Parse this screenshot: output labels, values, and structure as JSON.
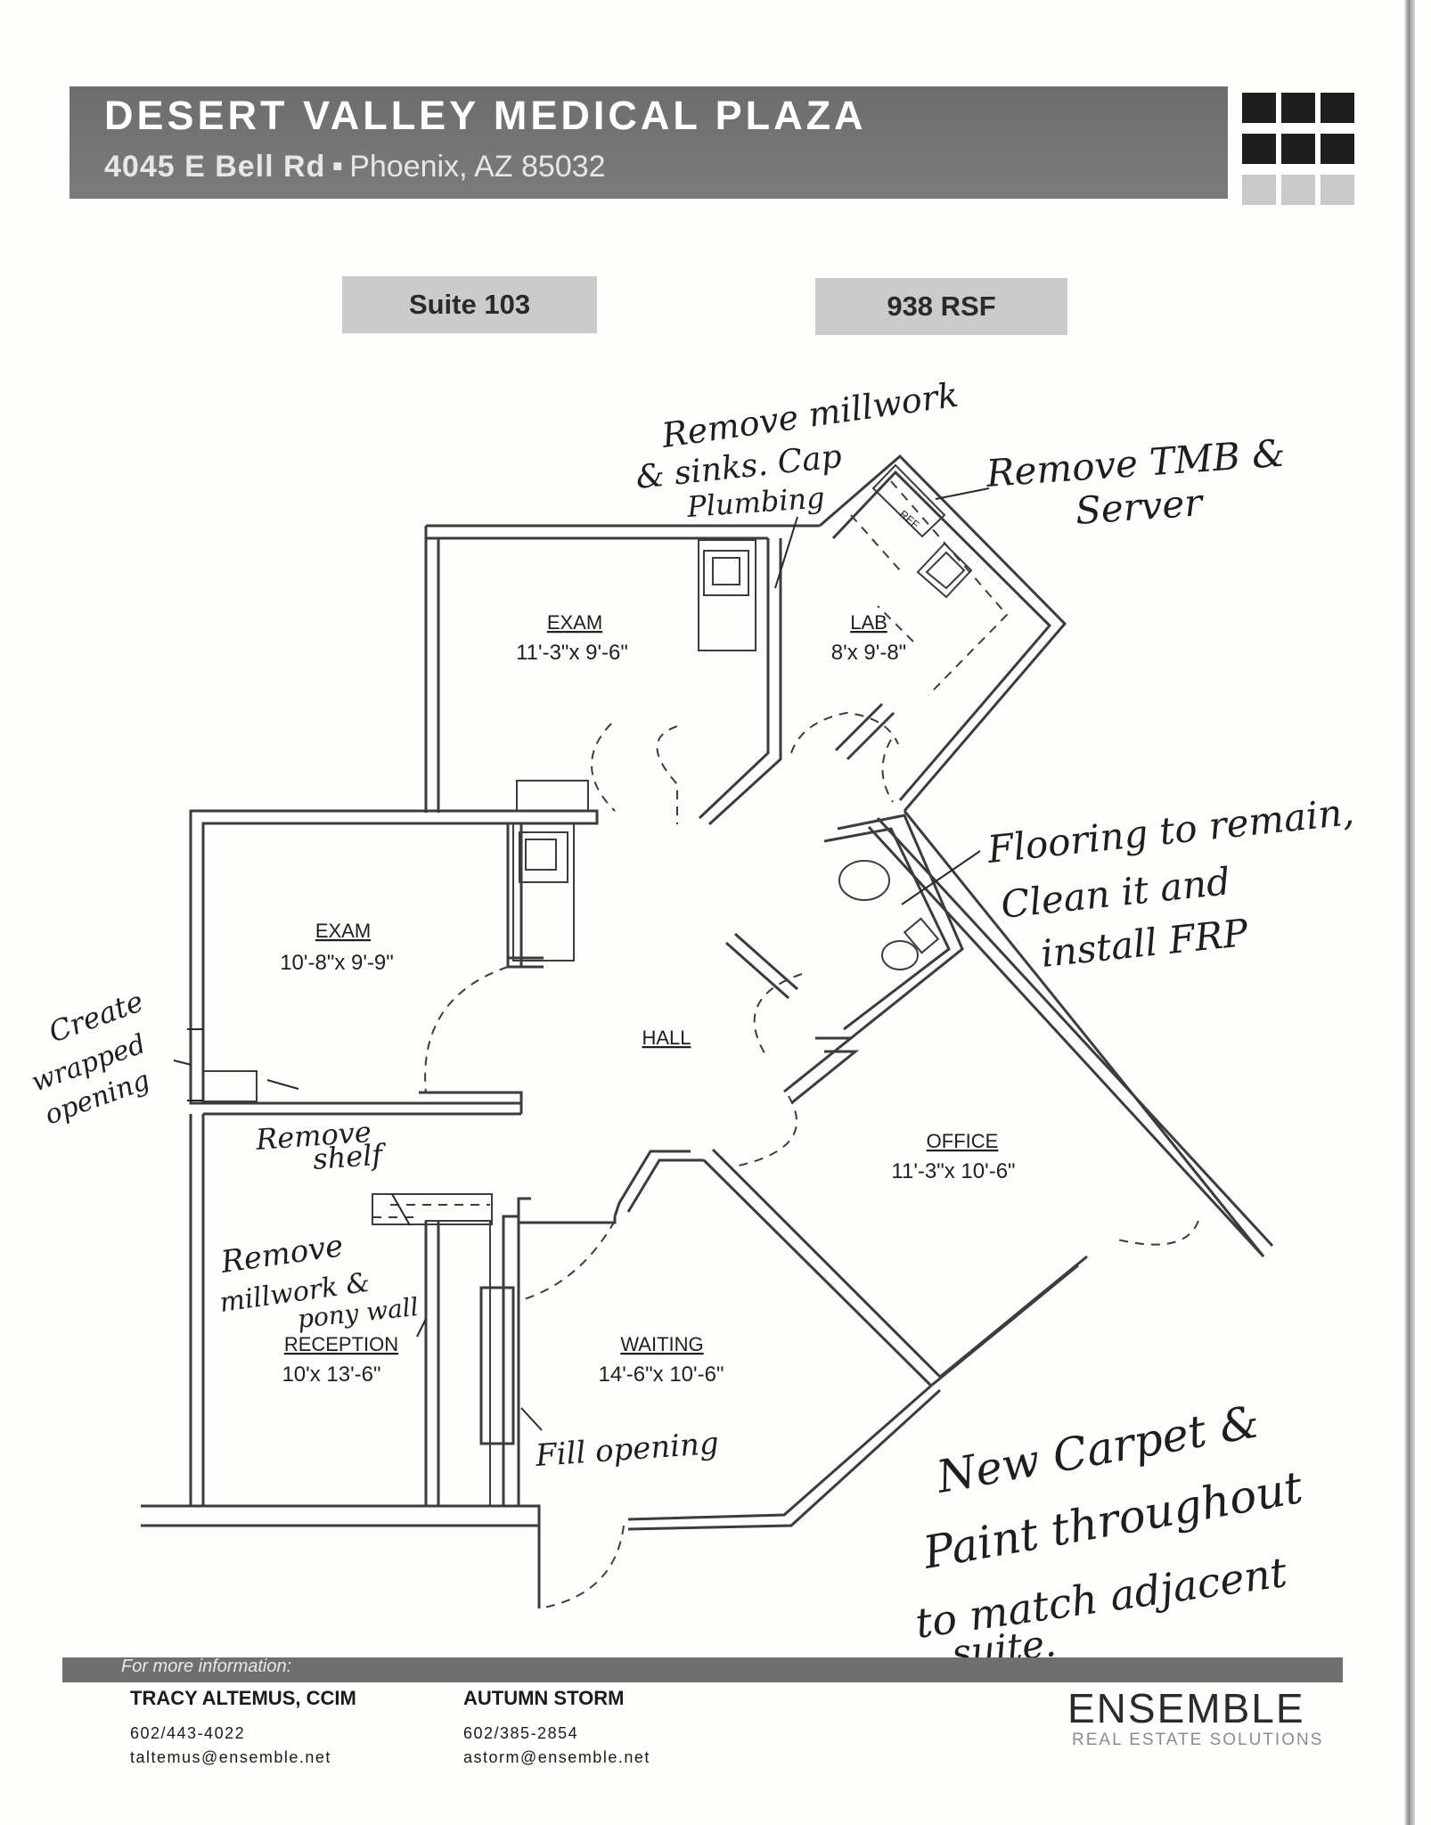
{
  "header": {
    "title": "DESERT VALLEY MEDICAL PLAZA",
    "street": "4045 E Bell Rd",
    "city": "Phoenix, AZ 85032",
    "separator_glyph": "■"
  },
  "suite": "Suite 103",
  "area": "938 RSF",
  "rooms": [
    {
      "name": "EXAM",
      "size": "11'-3\"x 9'-6\""
    },
    {
      "name": "LAB",
      "size": "8'x 9'-8\""
    },
    {
      "name": "EXAM",
      "size": "10'-8\"x 9'-9\""
    },
    {
      "name": "HALL",
      "size": ""
    },
    {
      "name": "OFFICE",
      "size": "11'-3\"x 10'-6\""
    },
    {
      "name": "RECEPTION",
      "size": "10'x 13'-6\""
    },
    {
      "name": "WAITING",
      "size": "14'-6\"x 10'-6\""
    }
  ],
  "fixture_label": "REF",
  "notes": {
    "remove_millwork_sinks": [
      "Remove millwork",
      "& sinks. Cap",
      "Plumbing"
    ],
    "remove_tmb": [
      "Remove TMB &",
      "Server"
    ],
    "flooring": [
      "Flooring to remain,",
      "Clean it and",
      "install FRP"
    ],
    "create_opening": [
      "Create",
      "wrapped",
      "opening"
    ],
    "remove_shelf": [
      "Remove",
      "shelf"
    ],
    "remove_pony_wall": [
      "Remove",
      "millwork &",
      "pony wall"
    ],
    "fill_opening": [
      "Fill opening"
    ],
    "carpet_paint": [
      "New Carpet &",
      "Paint throughout",
      "to match adjacent",
      "suite."
    ]
  },
  "footer": {
    "label": "For more information:",
    "contacts": [
      {
        "name": "TRACY ALTEMUS, CCIM",
        "phone": "602/443-4022",
        "email": "taltemus@ensemble.net"
      },
      {
        "name": "AUTUMN STORM",
        "phone": "602/385-2854",
        "email": "astorm@ensemble.net"
      }
    ],
    "brand": "ENSEMBLE",
    "brand_tagline": "REAL ESTATE SOLUTIONS"
  },
  "colors": {
    "header_bg": "#737373",
    "pill_bg": "#cbcbcb",
    "ink": "#1b1b1b",
    "wall": "#3a3a3a"
  }
}
